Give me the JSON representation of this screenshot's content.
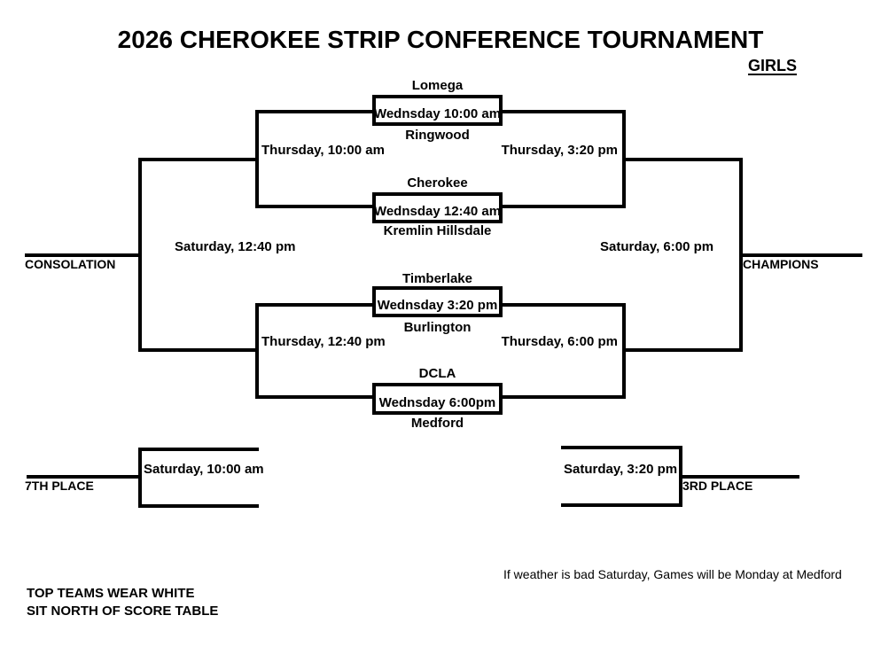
{
  "title": "2026 CHEROKEE STRIP CONFERENCE TOURNAMENT",
  "division": "GIRLS",
  "colors": {
    "ink": "#000000",
    "background": "#ffffff"
  },
  "bracket": {
    "game1": {
      "top_team": "Lomega",
      "time": "Wednsday 10:00 am",
      "bottom_team": "Ringwood"
    },
    "game2": {
      "top_team": "Cherokee",
      "time": "Wednsday 12:40 am",
      "bottom_team": "Kremlin Hillsdale"
    },
    "game3": {
      "top_team": "Timberlake",
      "time": "Wednsday 3:20 pm",
      "bottom_team": "Burlington"
    },
    "game4": {
      "top_team": "DCLA",
      "time": "Wednsday 6:00pm",
      "bottom_team": "Medford"
    },
    "semifinal_left_top": "Thursday, 10:00 am",
    "semifinal_right_top": "Thursday, 3:20 pm",
    "semifinal_left_bottom": "Thursday, 12:40 pm",
    "semifinal_right_bottom": "Thursday, 6:00 pm",
    "consolation": {
      "time": "Saturday, 12:40 pm",
      "label": "CONSOLATION"
    },
    "championship": {
      "time": "Saturday, 6:00 pm",
      "label": "CHAMPIONS"
    },
    "seventh_place": {
      "time": "Saturday, 10:00 am",
      "label": "7TH PLACE"
    },
    "third_place": {
      "time": "Saturday, 3:20 pm",
      "label": "3RD PLACE"
    }
  },
  "notes": {
    "top_teams": "TOP TEAMS WEAR WHITE",
    "sit_north": "SIT NORTH OF SCORE TABLE",
    "weather": "If weather is bad Saturday, Games will be Monday at Medford"
  }
}
